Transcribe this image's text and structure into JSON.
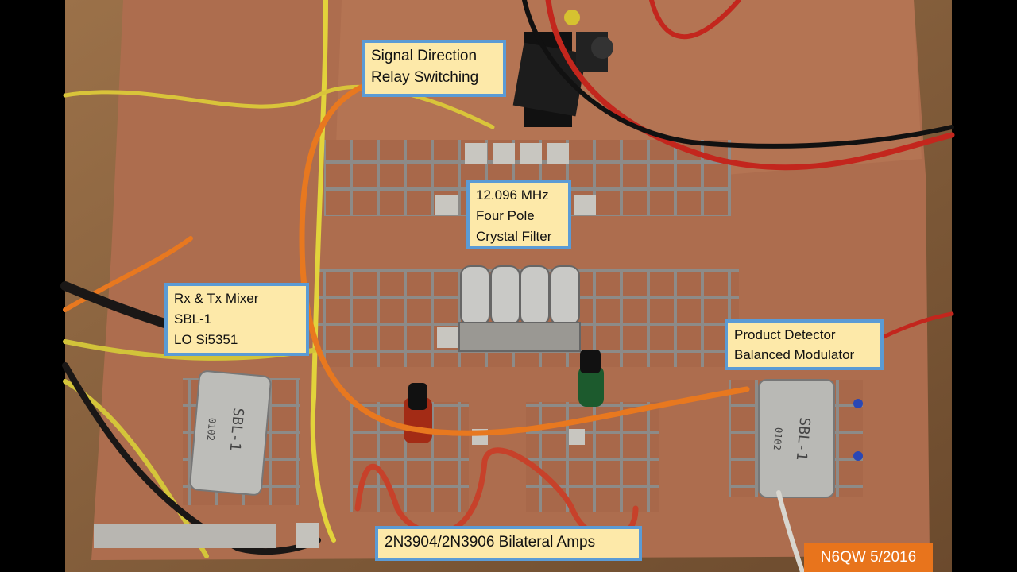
{
  "image": {
    "subject": "copper-clad-circuit-board-photo",
    "colors": {
      "copper": "#a86a4c",
      "pad": "#8b8a86",
      "wood": "#7a5232",
      "callout_fill": "#fde9a9",
      "callout_border": "#5b9bd5",
      "badge": "#e8741c"
    }
  },
  "callouts": {
    "relay": {
      "line1": "Signal Direction",
      "line2": "Relay Switching"
    },
    "filter": {
      "line1": "12.096 MHz",
      "line2": "Four Pole",
      "line3": "Crystal Filter"
    },
    "mixer": {
      "line1": "Rx & Tx Mixer",
      "line2": "SBL-1",
      "line3": "LO Si5351"
    },
    "detector": {
      "line1": "Product Detector",
      "line2": "Balanced Modulator"
    },
    "amps": {
      "line1": "2N3904/2N3906 Bilateral Amps"
    }
  },
  "badge": {
    "text": "N6QW 5/2016"
  },
  "component_markings": {
    "mixer_can": {
      "line1": "SBL-1",
      "line2": "0102"
    },
    "detector_can": {
      "line1": "SBL-1",
      "line2": "0102"
    }
  }
}
